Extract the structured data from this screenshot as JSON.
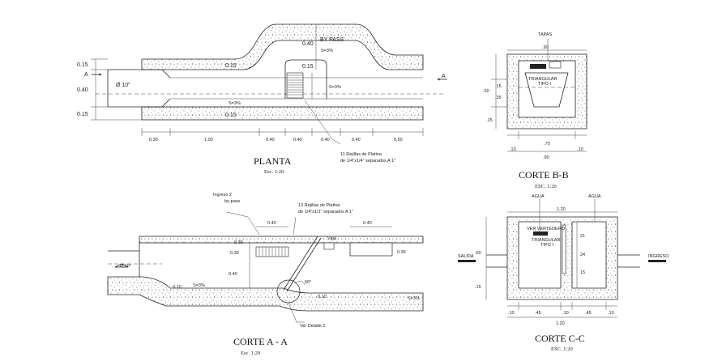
{
  "planta": {
    "title": "PLANTA",
    "scale": "Esc. 1:20",
    "bypass": "BY PASS",
    "slope_label": "S=3%",
    "slope_label_b": "S=3%",
    "slope_label_c": "S=3%",
    "pipe": "Ø 10\"",
    "section_mark_left": "A",
    "section_mark_right": "A",
    "dim_left": [
      "0.15",
      "0.40",
      "0.15"
    ],
    "dim_bypass_upper": "0.40",
    "dim_bypass_lower": "0.15",
    "dim_inner_top": "0.15",
    "dim_inner_bottom": "0.15",
    "dim_bottom": [
      "0.30",
      "1.00",
      "0.40",
      "0.40",
      "0.40",
      "0.40",
      "0.50"
    ],
    "grate_note_1": "11 Rejillas de Platina",
    "grate_note_2": "de 1/4\"x1/4\" separados A 1\""
  },
  "corte_aa": {
    "title": "CORTE  A - A",
    "scale": "Esc. 1:20",
    "ingreso_1": "Ingreso 2",
    "ingreso_2": "by-pass",
    "grate_note_1": "13 Rejillas de Platina",
    "grate_note_2": "de 1/4\"x1/1\" separados A 1\"",
    "dim_top_a": "0.40",
    "dim_top_b": "0.40",
    "viga": "Viga",
    "dim_30_a": "0.30",
    "dim_30_b": "0.30",
    "dim_30_c": "0.30",
    "dim_40": "0.40",
    "dim_10_a": "0.10",
    "dim_10_b": "0.10",
    "pipe": "Ø 10\"",
    "angle": "60°",
    "slope_label": "S=3%",
    "slope_label_b": "S=3%",
    "detail": "Ver Detalle 2"
  },
  "corte_bb": {
    "title": "CORTE B-B",
    "scale": "ESC. 1:20",
    "top_tag": "TAPAS",
    "dim_top": ".90",
    "dim_left": [
      ".50",
      ".15",
      ".35",
      ".15"
    ],
    "label_1": "TRIANGULAR",
    "label_2": "TIPO I",
    "dim_bottom": [
      ".10",
      ".70",
      ".10"
    ],
    "dim_total": ".90"
  },
  "corte_cc": {
    "title": "CORTE C-C",
    "scale": "ESC. 1:20",
    "tag_left": "AGUA",
    "tag_right": "AGUA",
    "dim_top": "1.20",
    "label_a": "VER VERTEDERO",
    "label_b": "TRIANGULAR",
    "label_c": "TIPO I",
    "dim_left_a": ".60",
    "dim_left_b": ".15",
    "dim_right": [
      "21",
      "24",
      "15"
    ],
    "salida": "SALIDA",
    "ingreso": "INGRESO",
    "dim_bottom": [
      ".10",
      ".45",
      ".10",
      ".45",
      ".10"
    ],
    "dim_total": "1.20"
  }
}
